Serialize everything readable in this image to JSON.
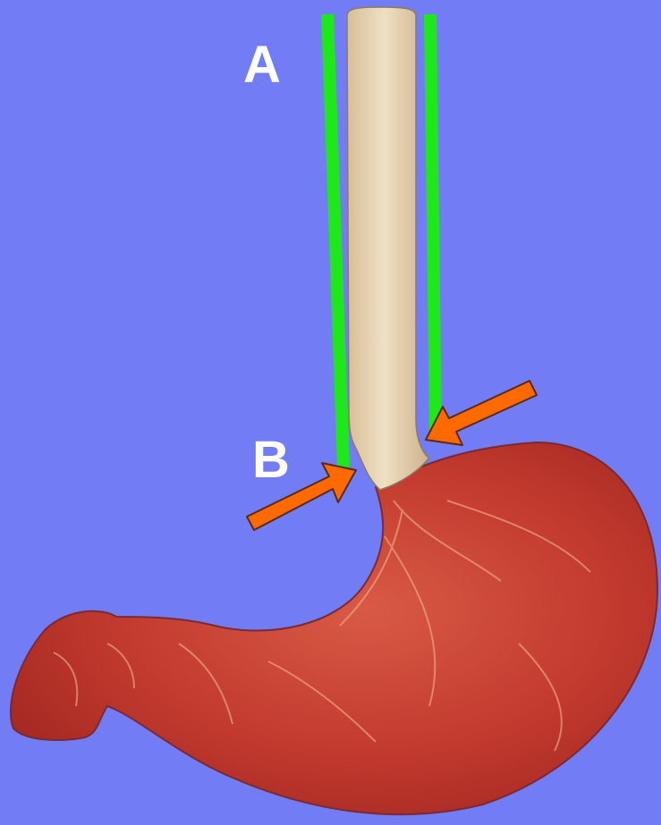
{
  "labels": {
    "a": "A",
    "b": "B"
  },
  "colors": {
    "background": "#727cf5",
    "guide_lines": "#1fe81a",
    "arrows": "#ff6a00",
    "arrow_outline": "#5a2a10",
    "esophagus": "#e8d2b0",
    "stomach": "#c8352b"
  },
  "icons": [
    "esophagus-illustration",
    "stomach-illustration",
    "arrow-icon"
  ]
}
